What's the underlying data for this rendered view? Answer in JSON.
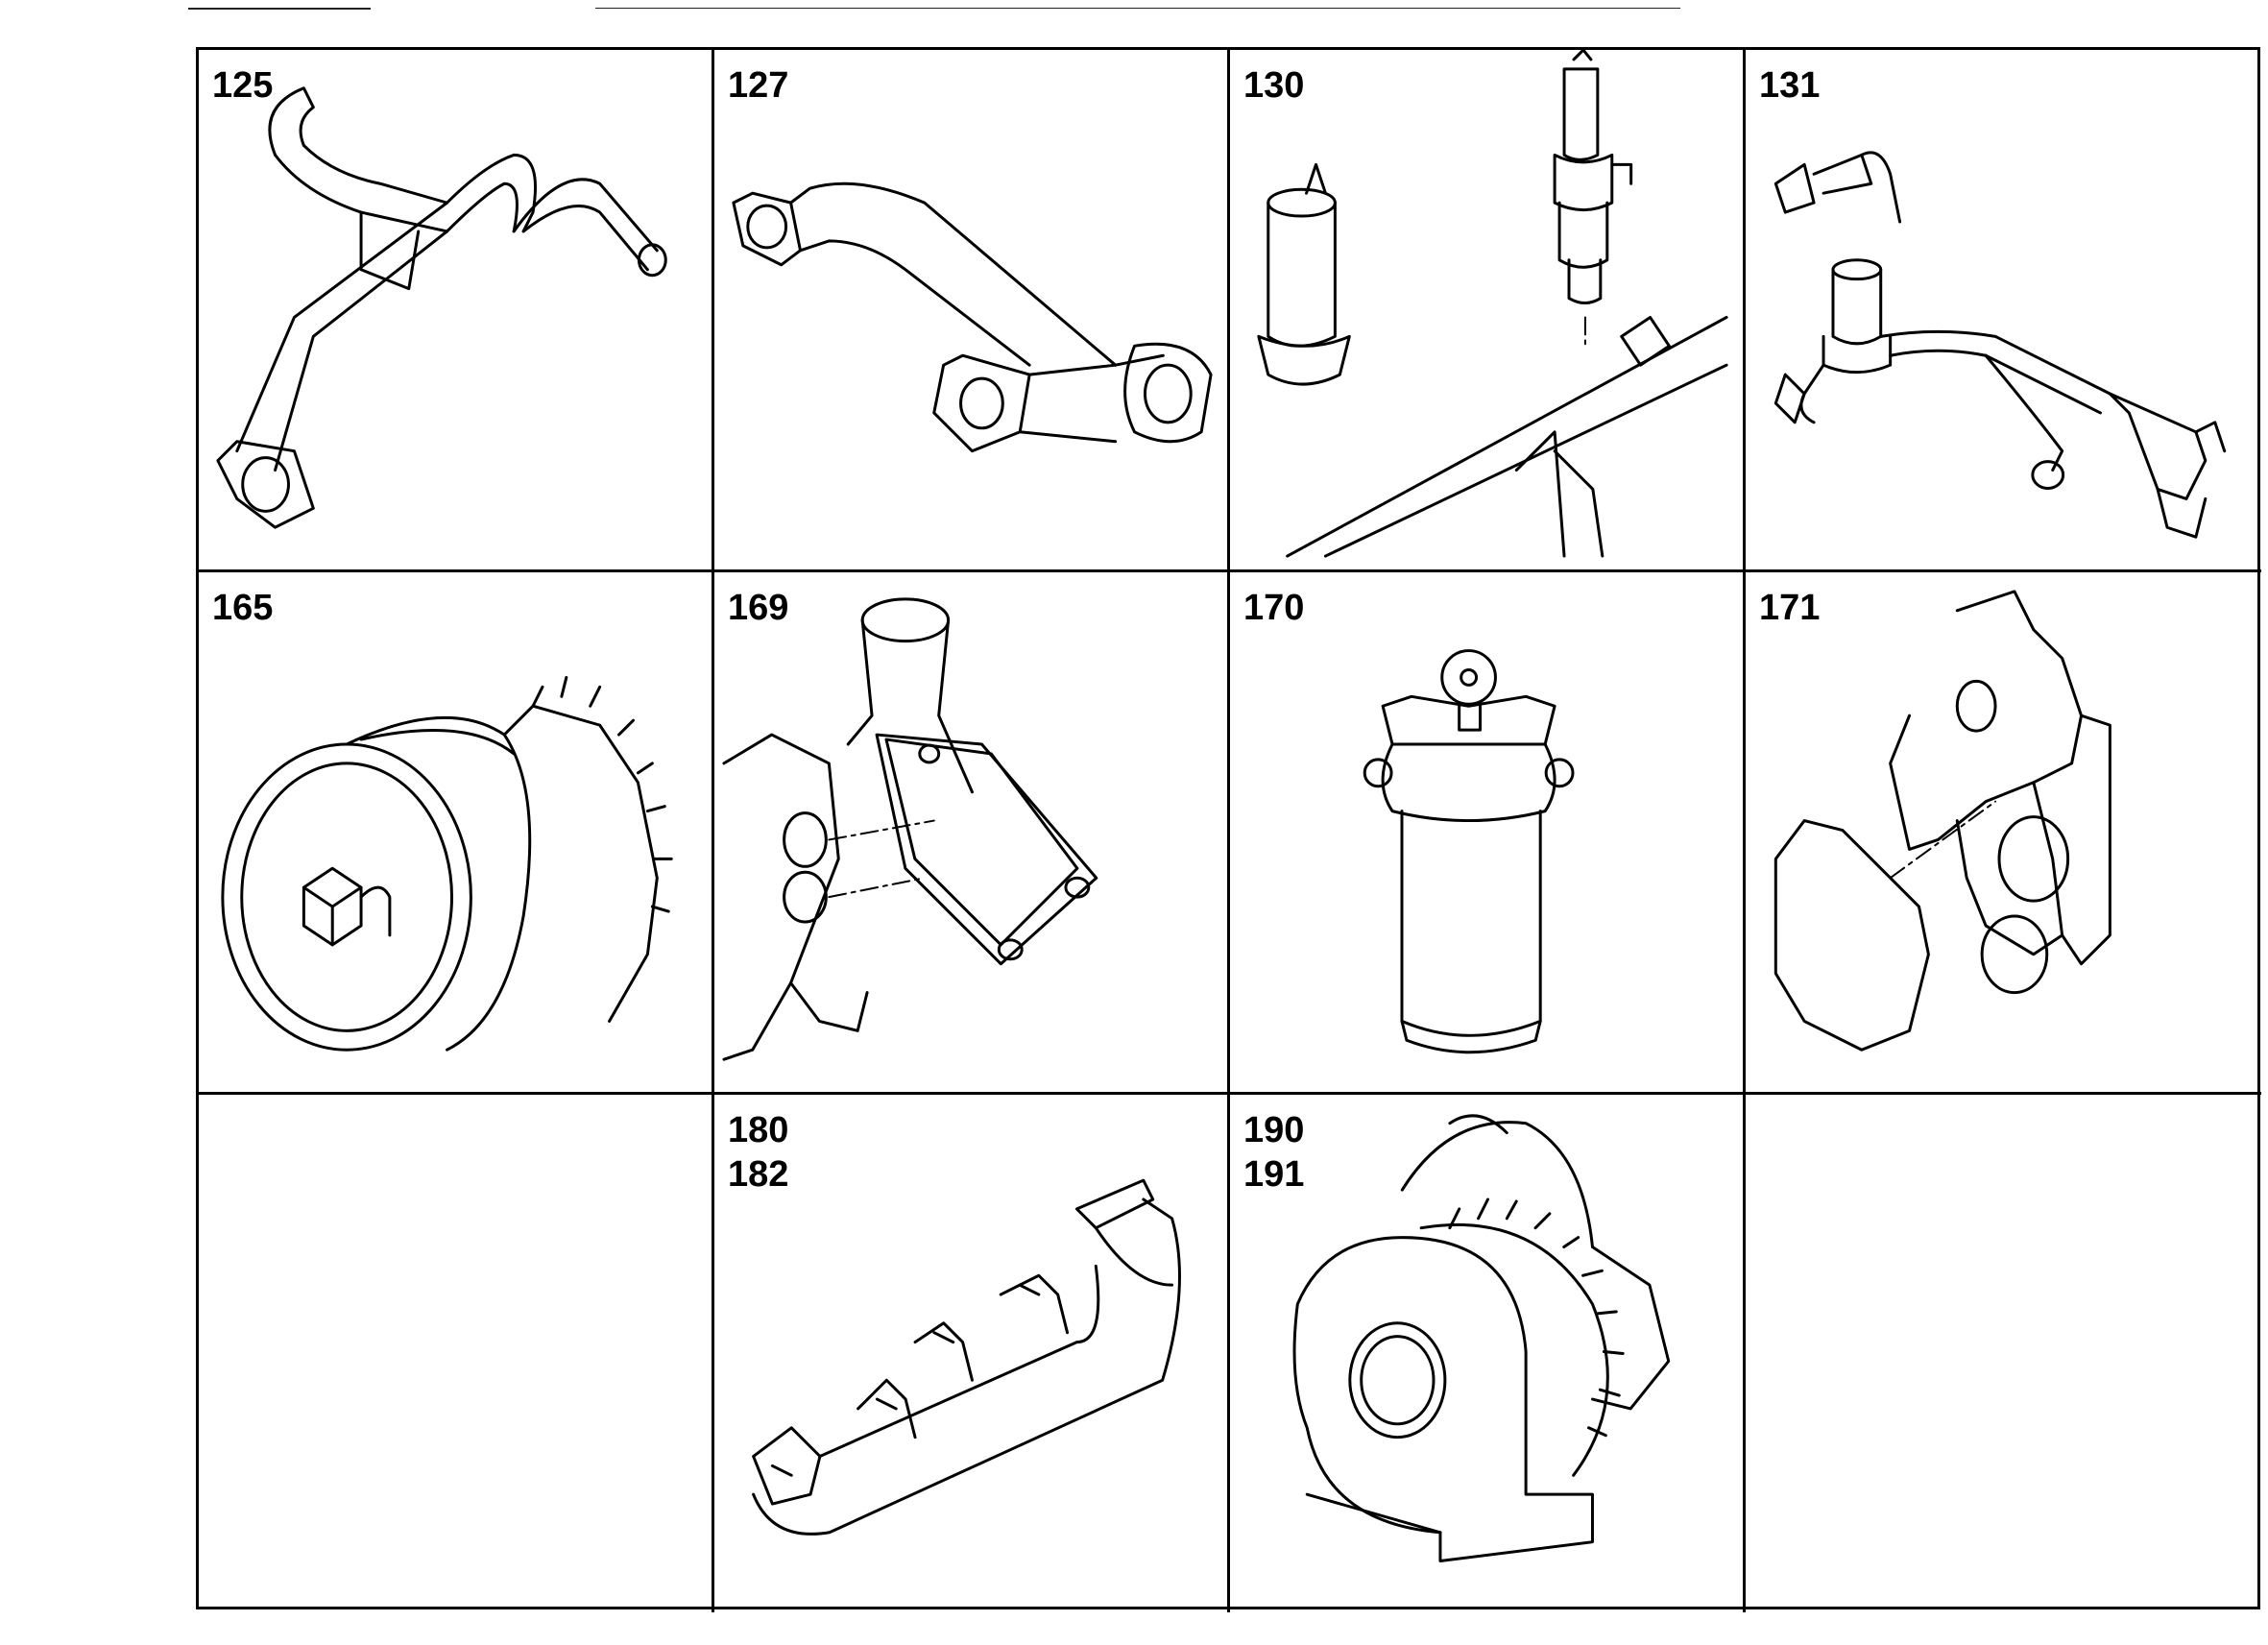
{
  "cells": [
    {
      "labels": [
        "125"
      ],
      "part": "pipe-icon"
    },
    {
      "labels": [
        "127"
      ],
      "part": "flanged-pipe-icon"
    },
    {
      "labels": [
        "130"
      ],
      "part": "injector-and-filter-icon"
    },
    {
      "labels": [
        "131"
      ],
      "part": "injection-lines-icon"
    },
    {
      "labels": [
        "165"
      ],
      "part": "pulley-hub-icon"
    },
    {
      "labels": [
        "169"
      ],
      "part": "thermostat-housing-icon"
    },
    {
      "labels": [
        "170"
      ],
      "part": "fuel-filter-icon"
    },
    {
      "labels": [
        "171"
      ],
      "part": "timing-cover-icon"
    },
    {
      "labels": [],
      "part": ""
    },
    {
      "labels": [
        "180",
        "182"
      ],
      "part": "exhaust-manifold-icon"
    },
    {
      "labels": [
        "190",
        "191"
      ],
      "part": "turbocharger-icon"
    },
    {
      "labels": [],
      "part": ""
    }
  ]
}
